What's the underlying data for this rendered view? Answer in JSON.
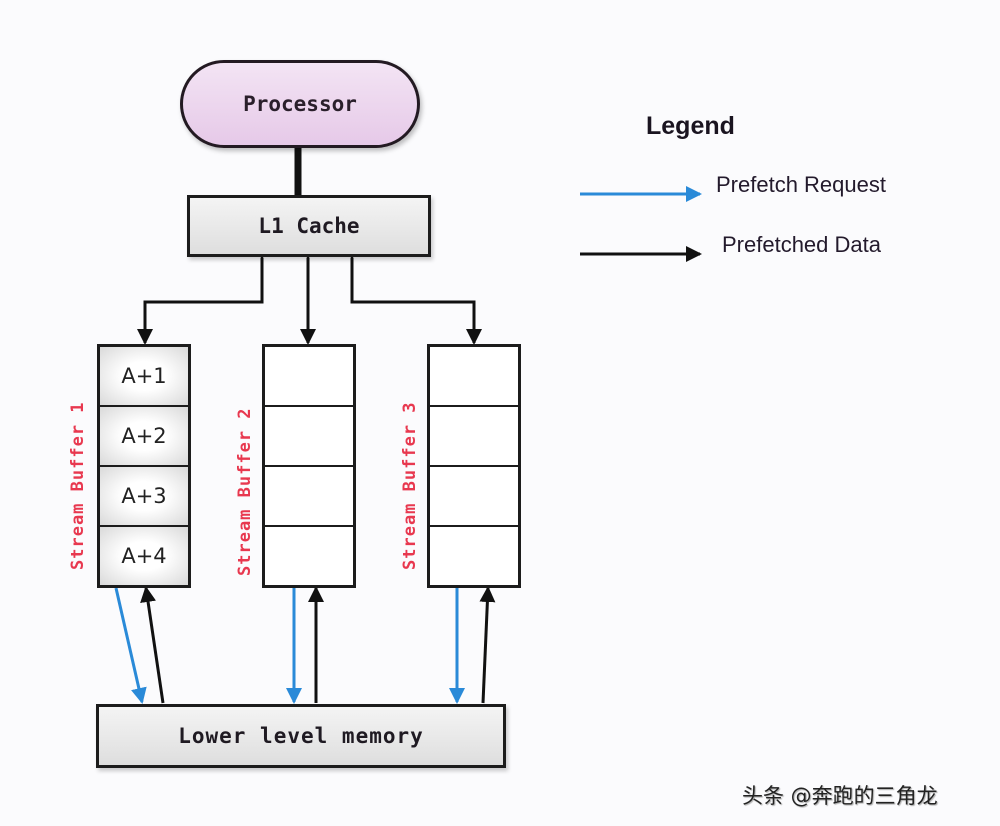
{
  "diagram": {
    "processor_label": "Processor",
    "l1_cache_label": "L1 Cache",
    "lower_memory_label": "Lower level memory",
    "stream_buffers": [
      {
        "label": "Stream Buffer 1",
        "slots": [
          "A+1",
          "A+2",
          "A+3",
          "A+4"
        ]
      },
      {
        "label": "Stream Buffer 2",
        "slots": [
          "",
          "",
          "",
          ""
        ]
      },
      {
        "label": "Stream Buffer 3",
        "slots": [
          "",
          "",
          "",
          ""
        ]
      }
    ]
  },
  "legend": {
    "title": "Legend",
    "items": [
      {
        "label": "Prefetch Request",
        "color": "#2a8ad8"
      },
      {
        "label": "Prefetched Data",
        "color": "#111111"
      }
    ]
  },
  "colors": {
    "buffer_label": "#e8384f",
    "processor_fill": "#ead2ec"
  },
  "watermark": "头条 @奔跑的三角龙"
}
